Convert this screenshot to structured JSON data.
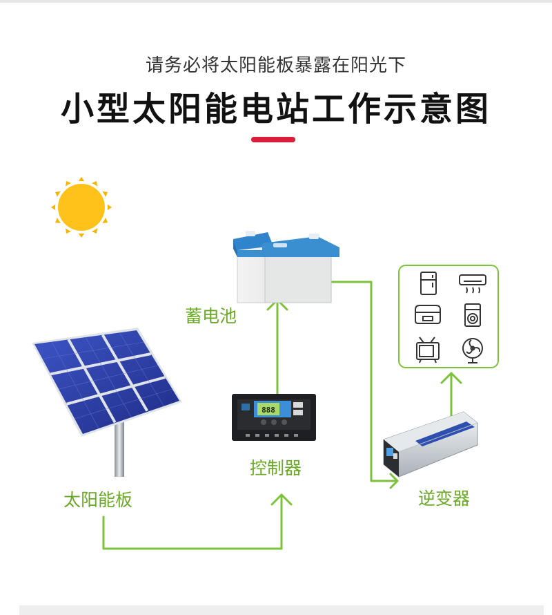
{
  "header": {
    "subtitle": "请务必将太阳能板暴露在阳光下",
    "title": "小型太阳能电站工作示意图"
  },
  "components": {
    "solar_panel": "太阳能板",
    "controller": "控制器",
    "battery": "蓄电池",
    "inverter": "逆变器"
  },
  "controller_display": "888",
  "colors": {
    "flow_line": "#7cc23a",
    "label": "#6aa826",
    "accent": "#d81e3b",
    "sun": "#f7b400",
    "panel": "#2d3e9e",
    "battery_lid": "#3a8fd0"
  },
  "icons": [
    "sun-icon",
    "solar-panel-icon",
    "battery-icon",
    "controller-icon",
    "inverter-icon",
    "refrigerator-icon",
    "air-conditioner-icon",
    "rice-cooker-icon",
    "washing-machine-icon",
    "television-icon",
    "fan-icon"
  ]
}
